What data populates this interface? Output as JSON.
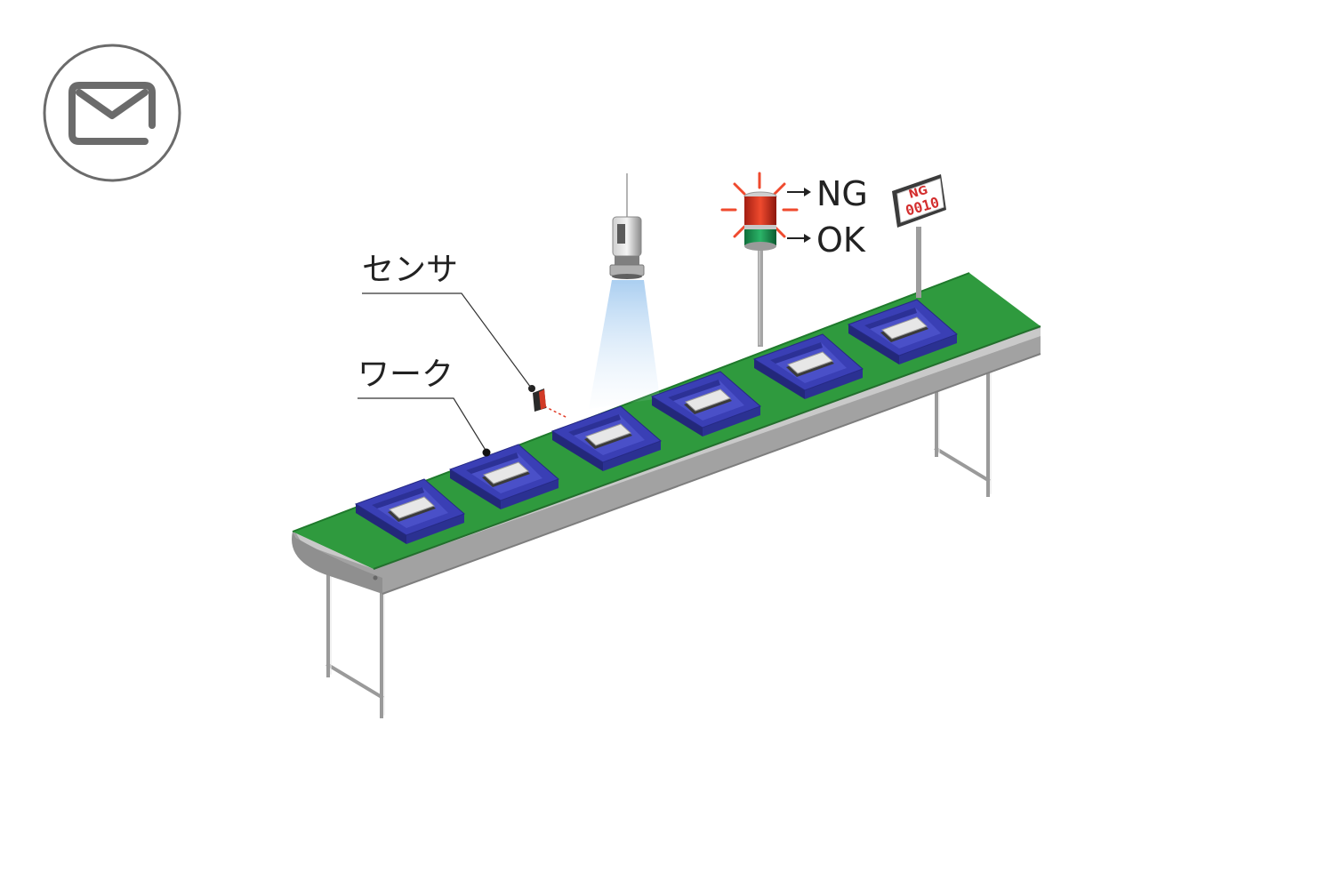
{
  "icons": {
    "mail": "mail-icon"
  },
  "labels": {
    "sensor": "センサ",
    "work": "ワーク",
    "ng": "NG",
    "ok": "OK"
  },
  "display": {
    "status": "NG",
    "count": "0010"
  },
  "colors": {
    "belt": "#2f9a3e",
    "tray": "#3a3fb5",
    "lamp_red": "#e03c28",
    "lamp_green": "#1f9a55",
    "frame": "#9a9a9a",
    "text": "#222222"
  }
}
